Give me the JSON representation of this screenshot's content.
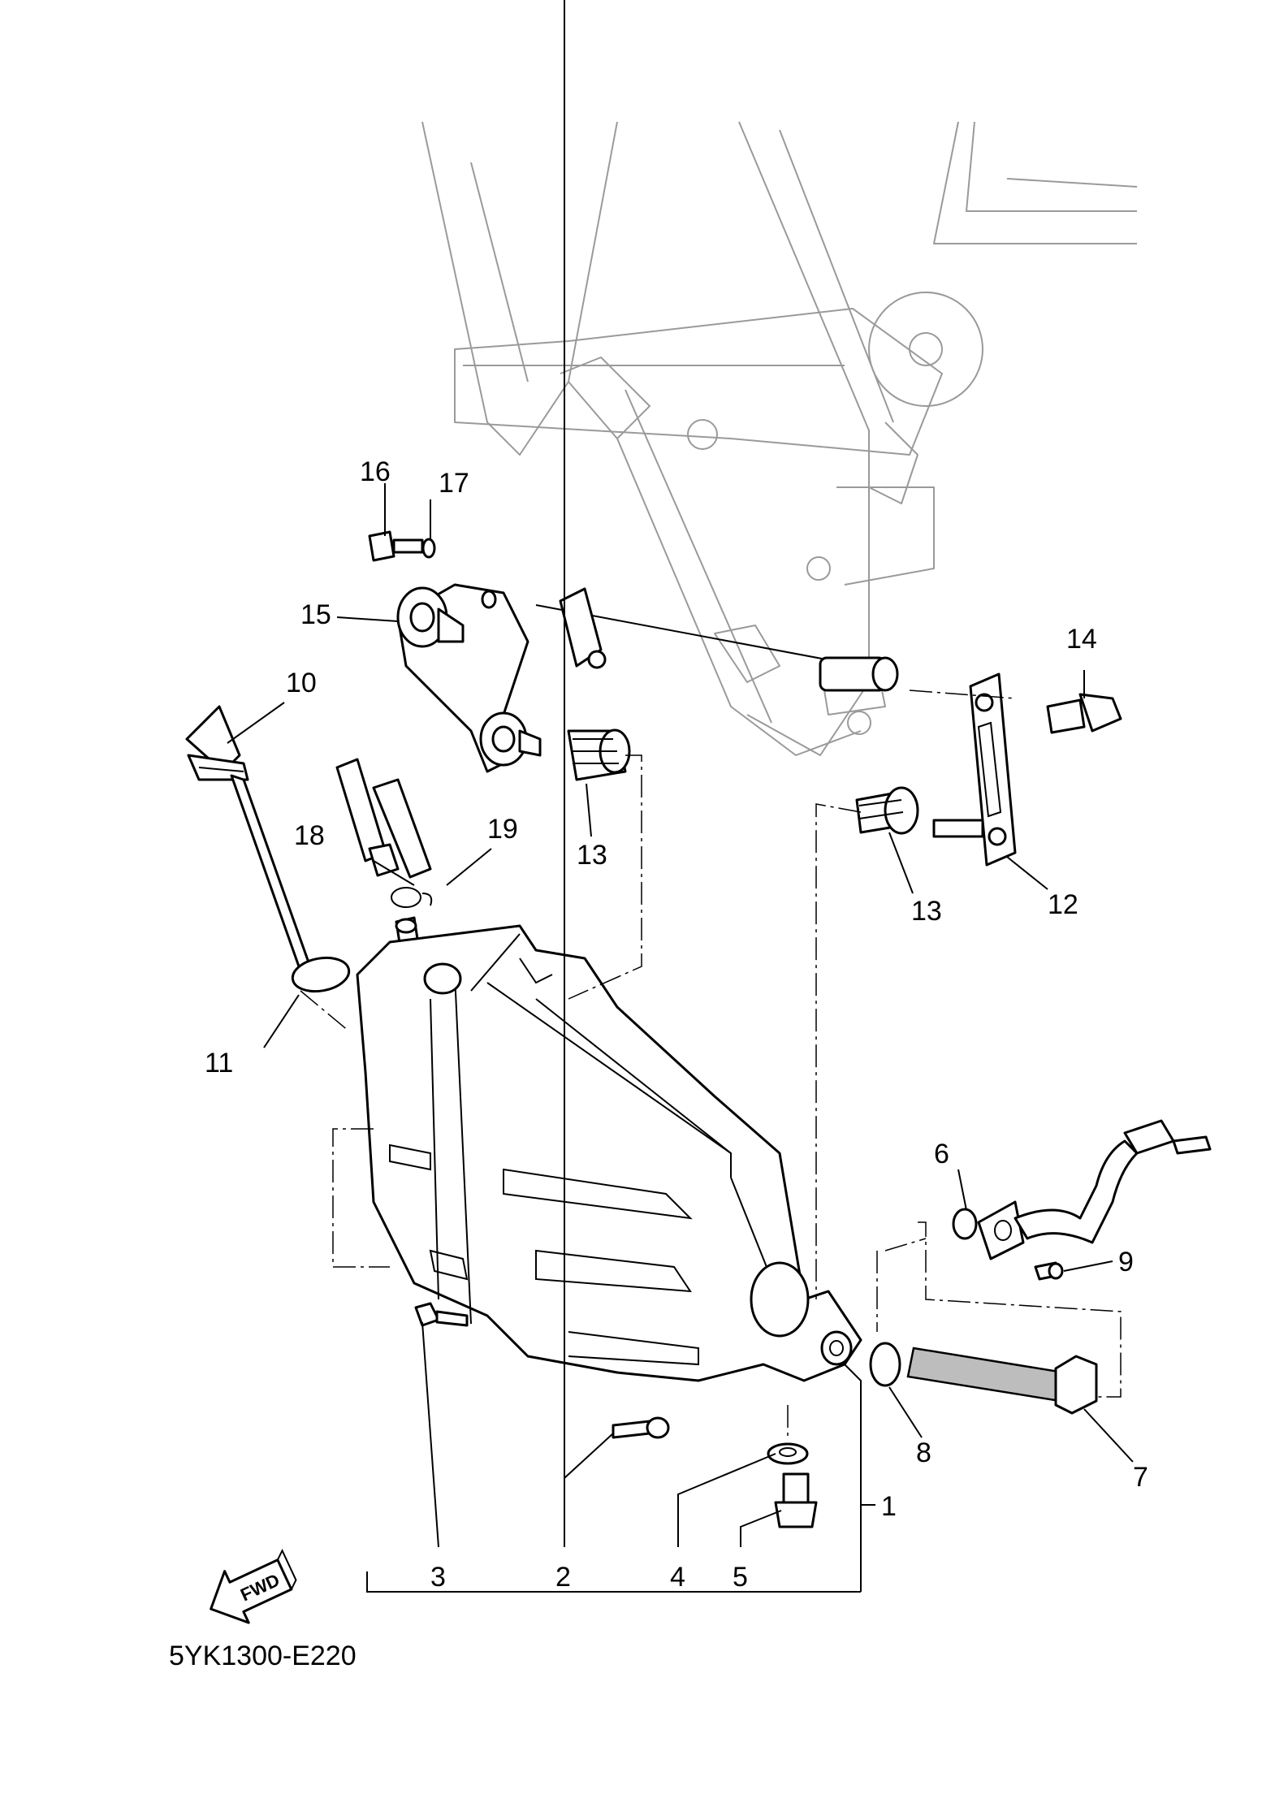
{
  "diagram_code": "5YK1300-E220",
  "fwd_indicator": "FWD",
  "callouts": [
    "1",
    "2",
    "3",
    "4",
    "5",
    "6",
    "7",
    "8",
    "9",
    "10",
    "11",
    "12",
    "13",
    "13",
    "14",
    "15",
    "16",
    "17",
    "18",
    "19"
  ]
}
